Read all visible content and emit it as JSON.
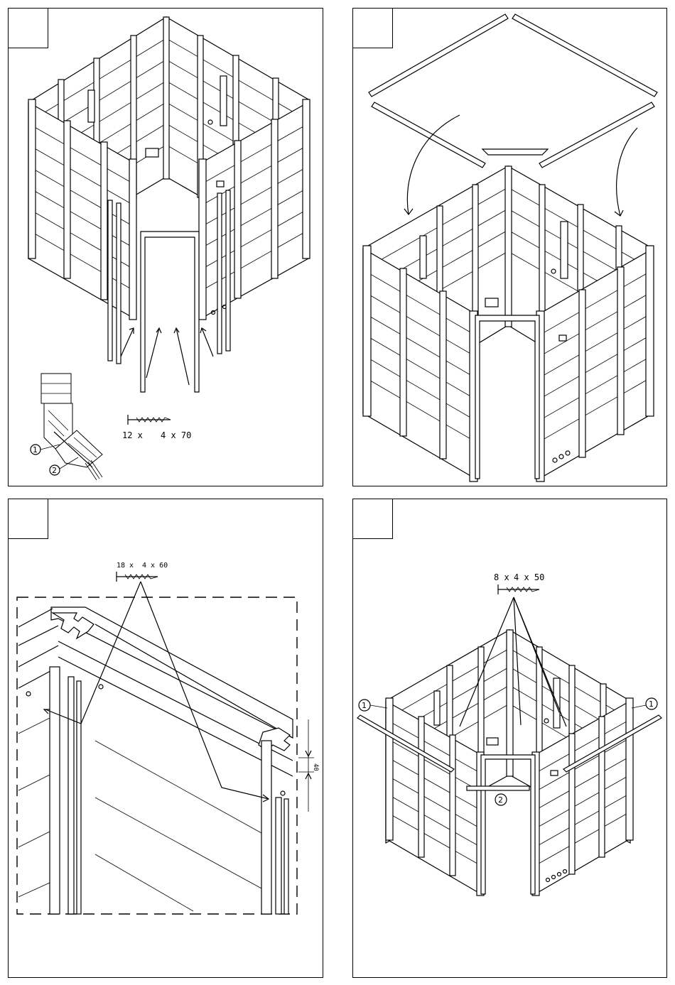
{
  "panels": [
    {
      "id": "step-1",
      "callouts": [
        "1",
        "2"
      ],
      "screw": {
        "qty": "12 x",
        "size": "4 x 70"
      }
    },
    {
      "id": "step-2"
    },
    {
      "id": "step-3",
      "screw": {
        "qty": "18 x",
        "size": "4 x 60"
      },
      "dimension": "40"
    },
    {
      "id": "step-4",
      "callouts": [
        "1",
        "1",
        "2"
      ],
      "screw": {
        "qty": "8 x",
        "size": "4 x 50"
      }
    }
  ],
  "colors": {
    "line": "#000000",
    "background": "#ffffff"
  }
}
